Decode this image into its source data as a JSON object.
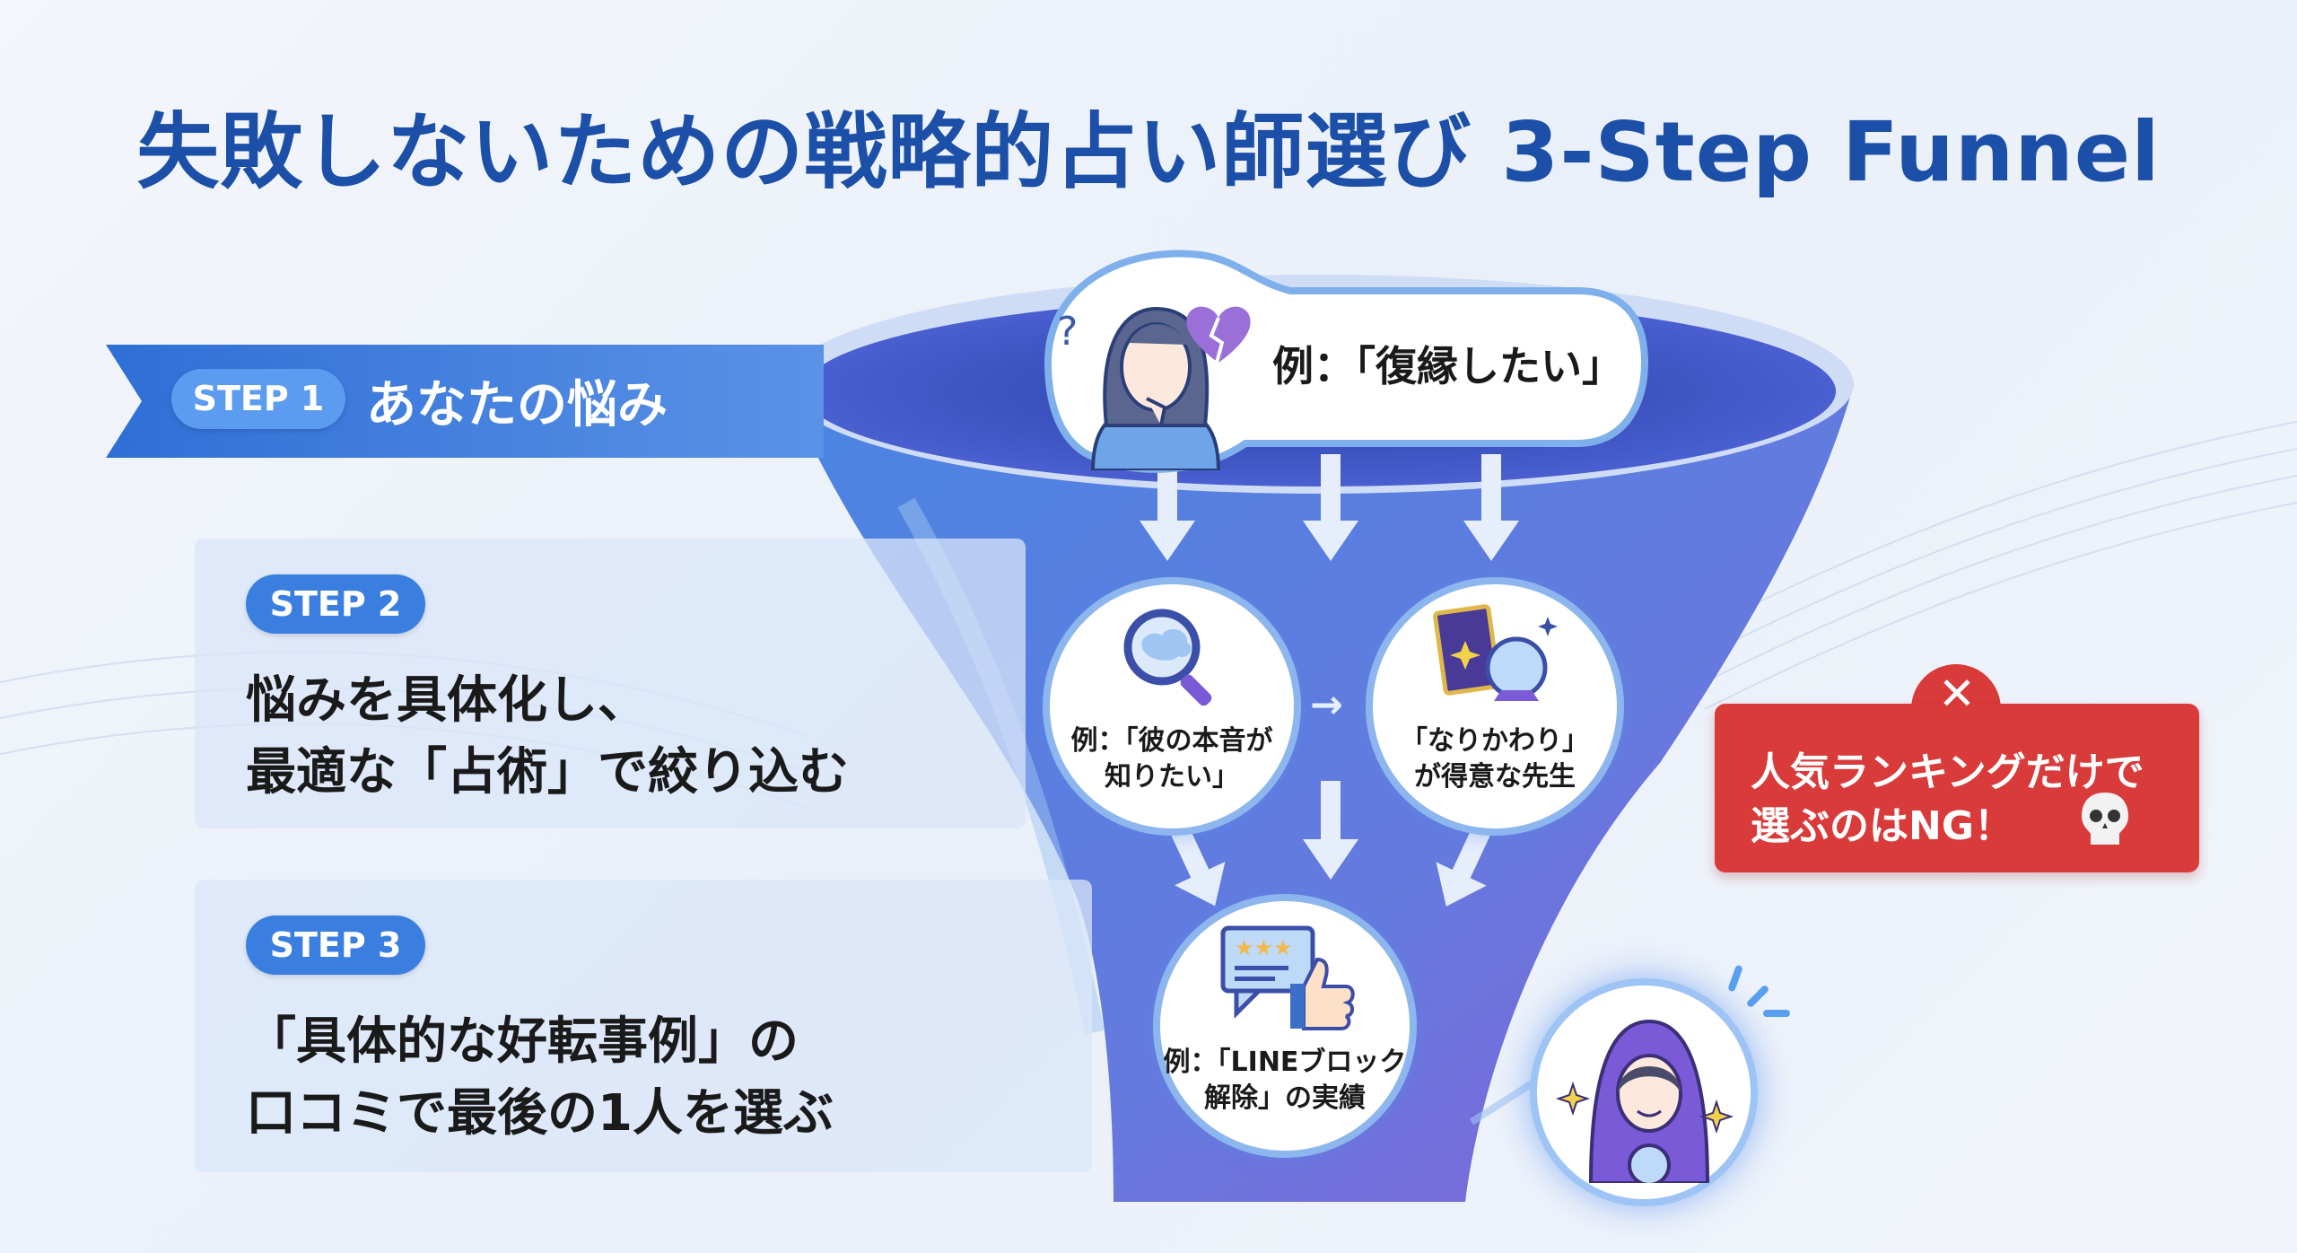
{
  "title": "失敗しないための戦略的占い師選び 3-Step Funnel",
  "steps": [
    {
      "badge": "STEP 1",
      "lines": [
        "あなたの悩み"
      ]
    },
    {
      "badge": "STEP 2",
      "lines": [
        "悩みを具体化し、",
        "最適な「占術」で絞り込む"
      ]
    },
    {
      "badge": "STEP 3",
      "lines": [
        "「具体的な好転事例」の",
        "口コミで最後の1人を選ぶ"
      ]
    }
  ],
  "funnel": {
    "bubble_text": "例：「復縁したい」",
    "circle1": [
      "例：「彼の本音が",
      "知りたい」"
    ],
    "circle2": [
      "「なりかわり」",
      "が得意な先生"
    ],
    "circle3": [
      "例：「LINEブロック",
      "解除」の実績"
    ],
    "arrow_mid": "→"
  },
  "warning": {
    "mark": "✕",
    "lines": [
      "人気ランキングだけで",
      "選ぶのはNG！"
    ],
    "icon": "skull-icon"
  },
  "colors": {
    "title": "#1c4fa8",
    "accent": "#3a7fe0",
    "warning": "#d93a3a",
    "funnel_top": "#3a6fd8",
    "funnel_bottom": "#7a5ad6"
  }
}
